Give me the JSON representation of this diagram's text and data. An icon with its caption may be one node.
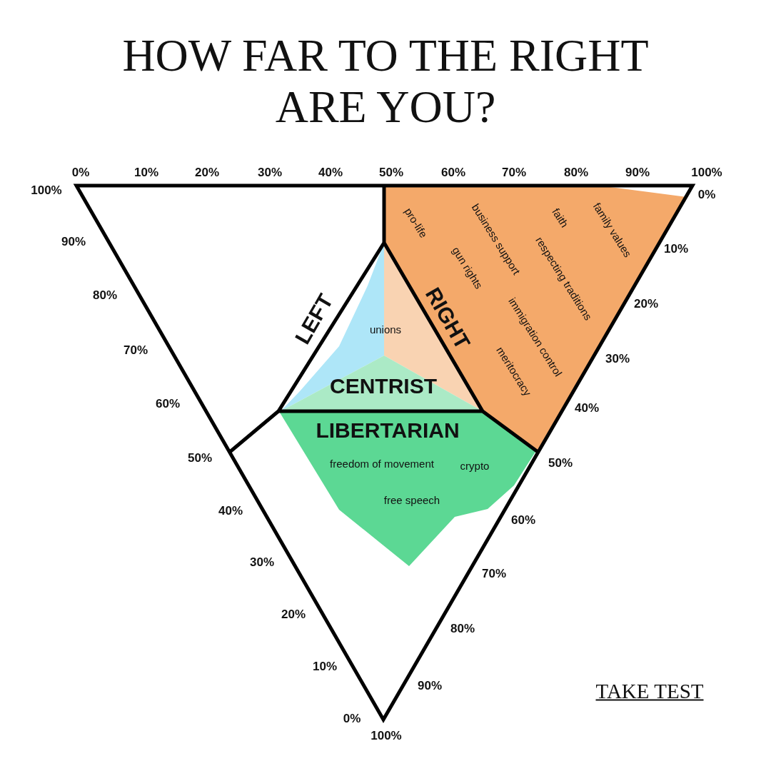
{
  "diagram": {
    "title": "HOW FAR TO THE RIGHT ARE YOU?",
    "nodes": [
      {
        "text": [
          "LEFT"
        ]
      },
      {
        "text": [
          "RIGHT",
          "pro-life",
          "business support",
          "faith",
          "family values",
          "gun rights",
          "respecting traditions",
          "immigration control",
          "meritocracy"
        ]
      },
      {
        "text": [
          "unions",
          "CENTRIST"
        ]
      },
      {
        "text": [
          "LIBERTARIAN",
          "freedom of movement",
          "crypto",
          "free speech"
        ]
      }
    ],
    "labels": [
      "0%",
      "10%",
      "20%",
      "30%",
      "40%",
      "50%",
      "60%",
      "70%",
      "80%",
      "90%",
      "100%",
      "100%",
      "90%",
      "80%",
      "70%",
      "60%",
      "50%",
      "40%",
      "30%",
      "20%",
      "10%",
      "0%",
      "0%",
      "10%",
      "20%",
      "30%",
      "40%",
      "50%",
      "60%",
      "70%",
      "80%",
      "90%",
      "100%",
      "TAKE TEST"
    ]
  }
}
